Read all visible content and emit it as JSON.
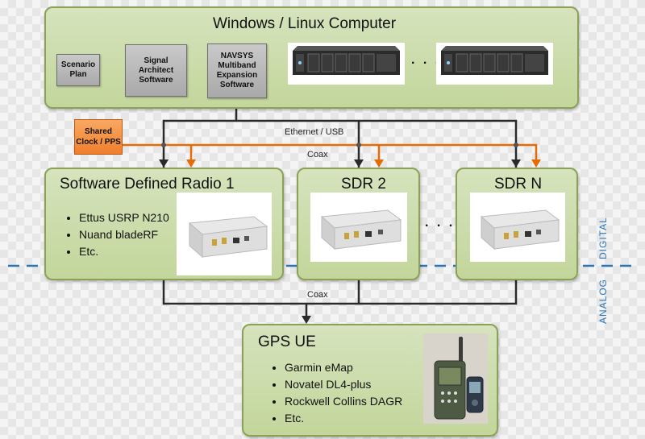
{
  "computer": {
    "title": "Windows / Linux Computer",
    "scenario": [
      "Scenario",
      "Plan"
    ],
    "signal": [
      "Signal",
      "Architect",
      "Software"
    ],
    "navsys": [
      "NAVSYS",
      "Multiband",
      "Expansion",
      "Software"
    ],
    "ellipsis": ". . ."
  },
  "clock": [
    "Shared",
    "Clock / PPS"
  ],
  "links": {
    "ethernet": "Ethernet / USB",
    "coax_top": "Coax",
    "coax_bottom": "Coax"
  },
  "sdr1": {
    "title": "Software Defined Radio 1",
    "items": [
      "Ettus USRP N210",
      "Nuand bladeRF",
      "Etc."
    ]
  },
  "sdr2": {
    "title": "SDR 2"
  },
  "sdrn": {
    "title": "SDR N"
  },
  "sdr_ellipsis": ". . .",
  "domains": {
    "digital": "DIGITAL",
    "analog": "ANALOG"
  },
  "gps": {
    "title": "GPS UE",
    "items": [
      "Garmin eMap",
      "Novatel DL4-plus",
      "Rockwell Collins DAGR",
      "Etc."
    ]
  },
  "colors": {
    "box_green": "#c3d69b",
    "box_gray": "#b3b3b3",
    "box_orange": "#f79646",
    "wire_orange": "#e36c09",
    "divider_blue": "#2e75b6"
  }
}
